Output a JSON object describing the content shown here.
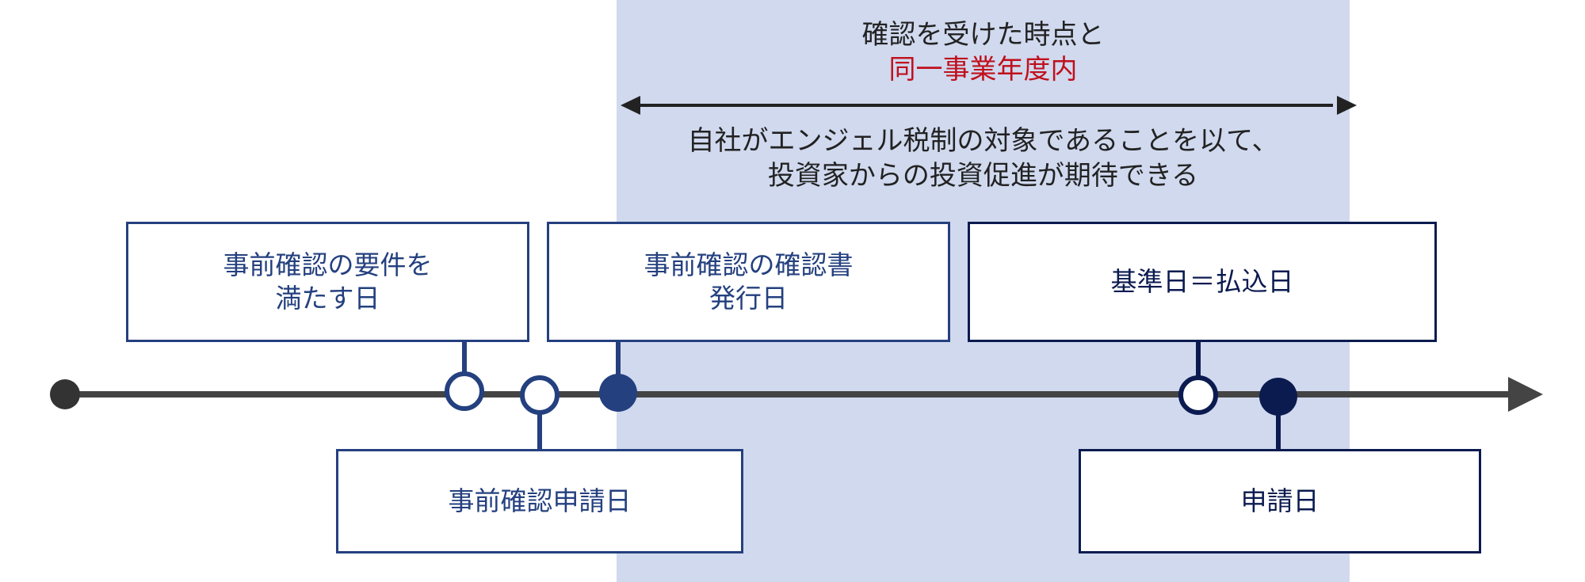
{
  "header": {
    "line1": "確認を受けた時点と",
    "line2": "同一事業年度内"
  },
  "description": {
    "line1": "自社がエンジェル税制の対象であることを以て、",
    "line2": "投資家からの投資促進が期待できる"
  },
  "boxes": {
    "requirements_line1": "事前確認の要件を",
    "requirements_line2": "満たす日",
    "certificate_line1": "事前確認の確認書",
    "certificate_line2": "発行日",
    "base_date": "基準日＝払込日",
    "pre_application": "事前確認申請日",
    "application": "申請日"
  },
  "colors": {
    "band": "#d0d9ee",
    "accent_red": "#c0101c",
    "navy": "#24407f",
    "dark_navy": "#0b1b50",
    "timeline": "#444444"
  }
}
